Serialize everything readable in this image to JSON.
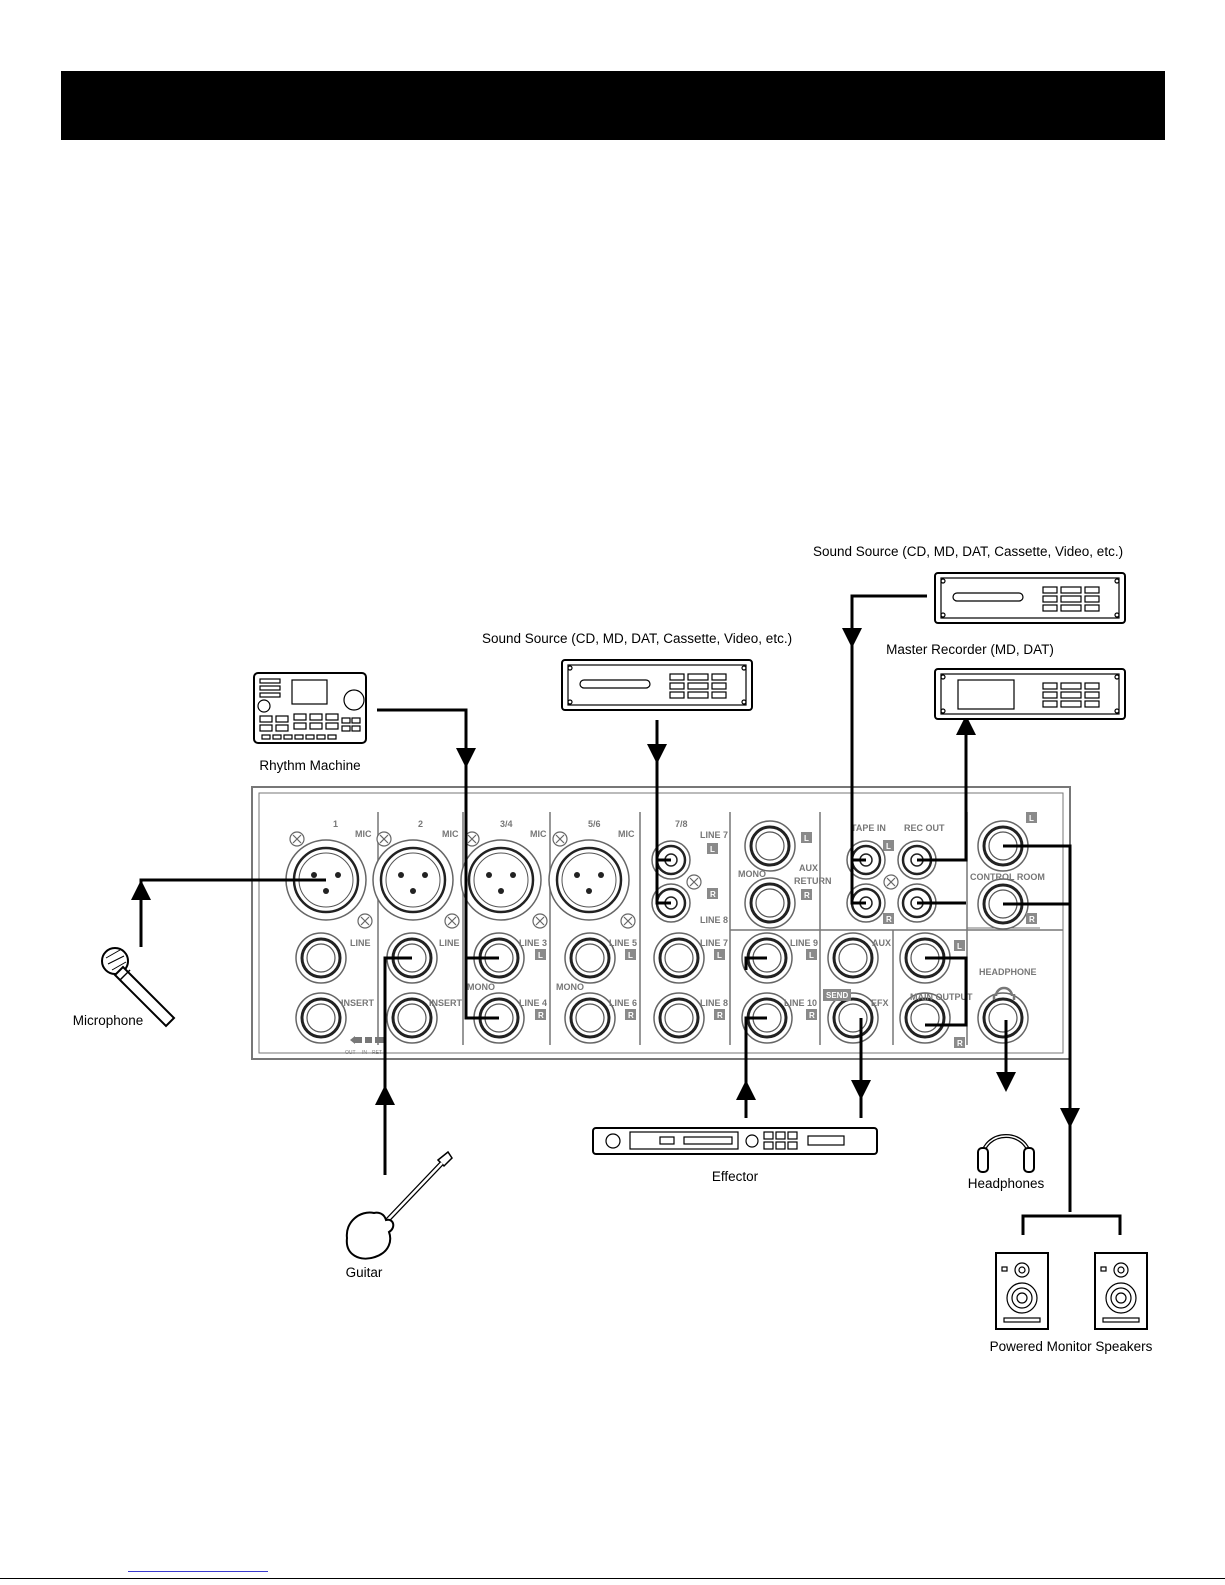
{
  "header": {
    "title": ""
  },
  "labels": {
    "rhythm_machine": "Rhythm Machine",
    "sound_source_1": "Sound Source (CD, MD, DAT, Cassette, Video, etc.)",
    "sound_source_2": "Sound Source (CD, MD, DAT, Cassette, Video, etc.)",
    "master_recorder": "Master Recorder (MD, DAT)",
    "microphone": "Microphone",
    "guitar": "Guitar",
    "effector": "Effector",
    "headphones": "Headphones",
    "powered_monitor_speakers": "Powered Monitor Speakers"
  },
  "panel": {
    "ch1": "1",
    "ch2": "2",
    "ch34": "3/4",
    "ch56": "5/6",
    "ch78": "7/8",
    "mic": "MIC",
    "line": "LINE",
    "insert": "INSERT",
    "mono": "MONO",
    "line3": "LINE 3",
    "line4": "LINE 4",
    "line5": "LINE 5",
    "line6": "LINE 6",
    "line7": "LINE 7",
    "line8": "LINE 8",
    "line9": "LINE 9",
    "line10": "LINE 10",
    "aux": "AUX",
    "return": "RETURN",
    "send": "SEND",
    "efx": "EFX",
    "tape_in": "TAPE IN",
    "rec_out": "REC OUT",
    "control_room": "CONTROL ROOM",
    "main_output": "MAIN OUTPUT",
    "headphone": "HEADPHONE",
    "left": "L",
    "right": "R",
    "tip_out": "OUT",
    "tip_in": "IN",
    "tip_ret": "RET"
  },
  "colors": {
    "wire": "#000000",
    "panel_outline": "#777777",
    "badge": "#8a8a8a",
    "title_bar": "#000000"
  }
}
